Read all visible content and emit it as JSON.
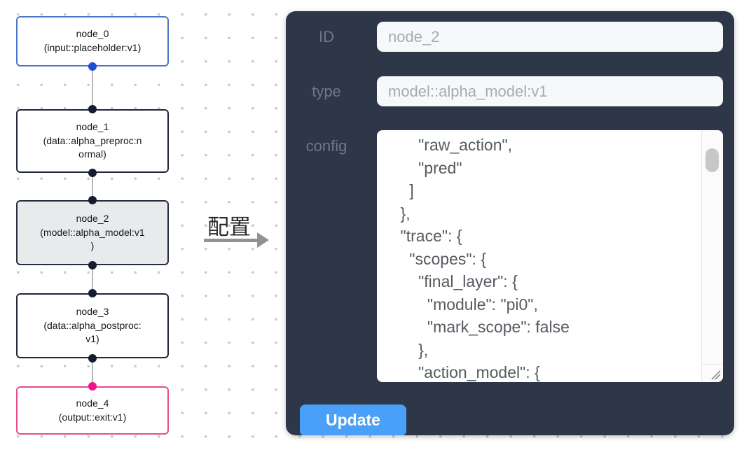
{
  "flow": {
    "nodes": [
      {
        "id": "node_0",
        "type": "input::placeholder:v1",
        "lines": [
          "node_0",
          "(input::placeholder:v1)"
        ],
        "state": "input"
      },
      {
        "id": "node_1",
        "type": "data::alpha_preproc:normal",
        "lines": [
          "node_1",
          "(data::alpha_preproc:n",
          "ormal)"
        ],
        "state": "default"
      },
      {
        "id": "node_2",
        "type": "model::alpha_model:v1",
        "lines": [
          "node_2",
          "(model::alpha_model:v1",
          ")"
        ],
        "state": "selected"
      },
      {
        "id": "node_3",
        "type": "data::alpha_postproc:v1",
        "lines": [
          "node_3",
          "(data::alpha_postproc:",
          "v1)"
        ],
        "state": "default"
      },
      {
        "id": "node_4",
        "type": "output::exit:v1",
        "lines": [
          "node_4",
          "(output::exit:v1)"
        ],
        "state": "output"
      }
    ],
    "annotation": {
      "label": "配置"
    }
  },
  "panel": {
    "fields": [
      {
        "label": "ID",
        "value": "node_2"
      },
      {
        "label": "type",
        "value": "model::alpha_model:v1"
      }
    ],
    "config_label": "config",
    "config_text": "        \"raw_action\",\n        \"pred\"\n      ]\n    },\n    \"trace\": {\n      \"scopes\": {\n        \"final_layer\": {\n          \"module\": \"pi0\",\n          \"mark_scope\": false\n        },\n        \"action_model\": {",
    "update_label": "Update"
  },
  "colors": {
    "panel_bg": "#2d3748",
    "accent_blue": "#4aa0f8",
    "input_node_border": "#4c73c9",
    "output_node_border": "#e94a8c",
    "selected_node_bg": "#e9eaec",
    "port_blue": "#1b50d6",
    "port_dark": "#161c30",
    "port_pink": "#f2108c",
    "field_bg": "#f7f8fa",
    "label_gray": "#6e7784"
  }
}
